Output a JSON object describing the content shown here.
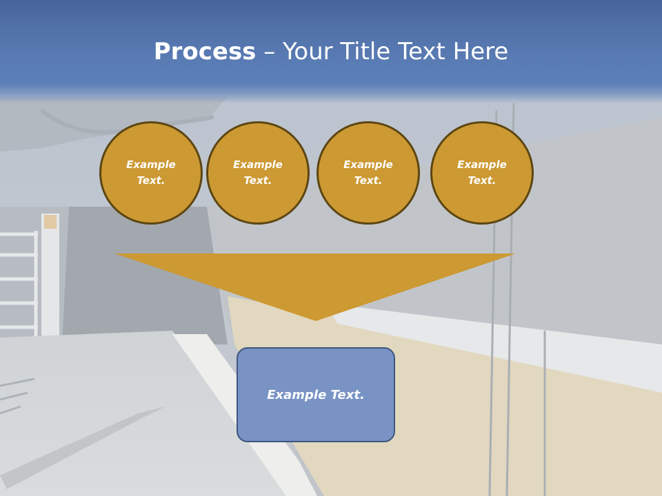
{
  "slide": {
    "title_bold": "Process",
    "title_rest": " – Your Title Text Here"
  },
  "process": {
    "inputs": [
      {
        "label": "Example Text."
      },
      {
        "label": "Example Text."
      },
      {
        "label": "Example Text."
      },
      {
        "label": "Example Text."
      }
    ],
    "output": {
      "label": "Example Text."
    }
  },
  "colors": {
    "header_blue": "#4f6ea6",
    "circle_fill": "#cc9933",
    "circle_border": "#5c4612",
    "funnel_fill": "#cc9933",
    "box_fill": "#7893c4",
    "box_border": "#3d5680",
    "text": "#ffffff"
  }
}
